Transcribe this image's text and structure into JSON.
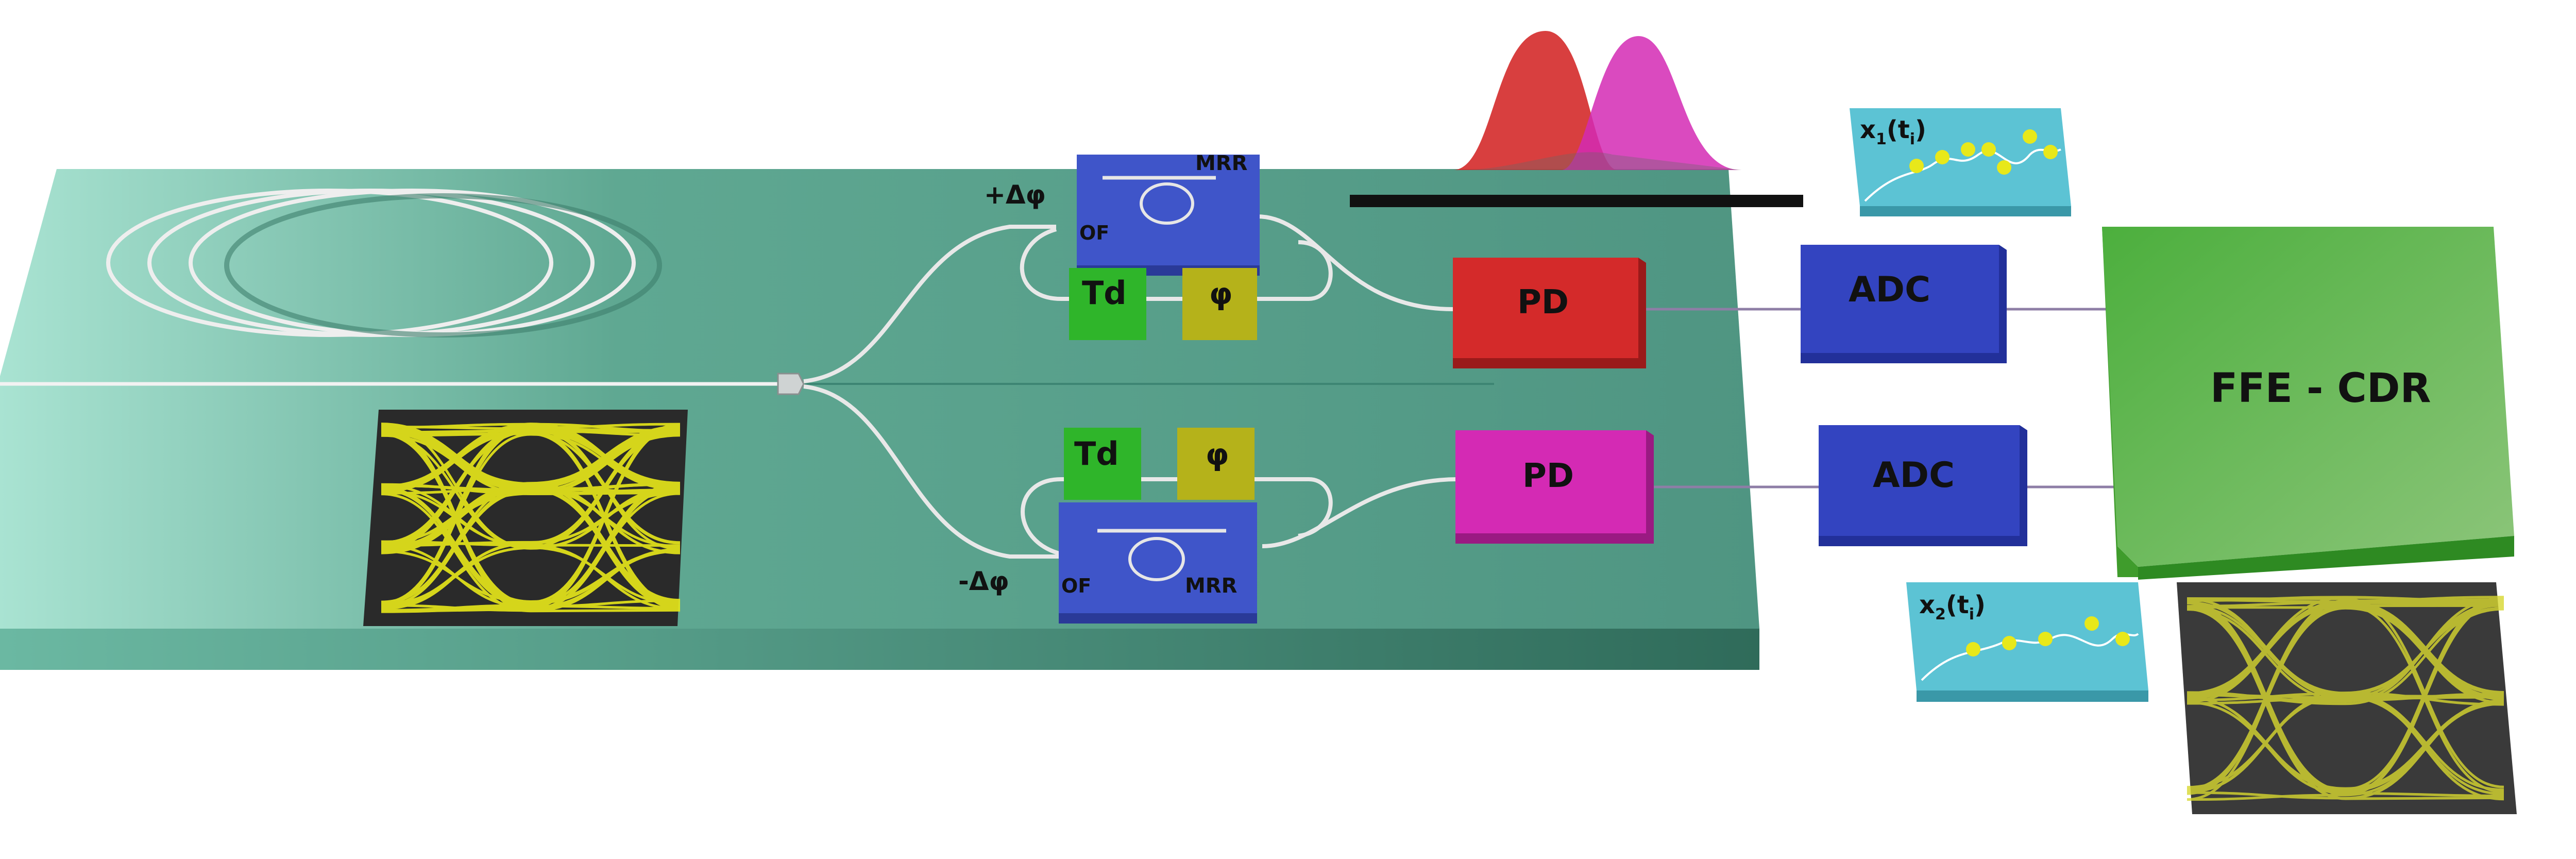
{
  "colors": {
    "board_top": "#4f9582",
    "board_light": "#a9e3d2",
    "board_side": "#2f6b5a",
    "mrr_block": "#3f55c9",
    "td_block": "#2fb52a",
    "phi_block": "#b5b21a",
    "pd_upper": "#d42a2a",
    "pd_lower": "#d42ab4",
    "adc_block": "#3344c0",
    "ffe_block": "#5fbf4a",
    "sample_box": "#5cc3d4",
    "eye_trace": "#e8e81a",
    "pulse_red": "#d42a2a",
    "pulse_magenta": "#d42ab4"
  },
  "branches": {
    "upper": {
      "shift": "+Δφ",
      "mrr": "MRR",
      "of": "OF",
      "td": "Td",
      "phi": "φ",
      "pd": "PD",
      "adc": "ADC",
      "sample": {
        "base": "x",
        "sub": "1",
        "arg_open": "(t",
        "arg_sub": "i",
        "arg_close": ")"
      }
    },
    "lower": {
      "shift": "-Δφ",
      "mrr": "MRR",
      "of": "OF",
      "td": "Td",
      "phi": "φ",
      "pd": "PD",
      "adc": "ADC",
      "sample": {
        "base": "x",
        "sub": "2",
        "arg_open": "(t",
        "arg_sub": "i",
        "arg_close": ")"
      }
    }
  },
  "ffe_cdr": "FFE - CDR",
  "icons": [
    "fiber-coil-icon",
    "splitter-icon",
    "ring-resonator-icon",
    "eye-diagram-icon",
    "pulse-icon",
    "sample-points-icon"
  ]
}
